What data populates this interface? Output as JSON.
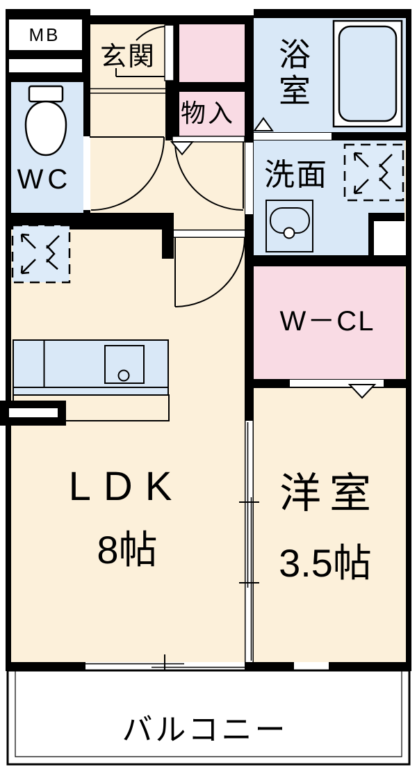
{
  "title": "apartment-floor-plan",
  "colors": {
    "wall": "#000000",
    "floor": "#FCF0DA",
    "wet_area": "#D9E8F7",
    "appliance_space": "#DDEBF9",
    "closet": "#F9DBE4",
    "balcony": "#FFFFFF"
  },
  "rooms": {
    "meter_box": {
      "label": "MB"
    },
    "entrance": {
      "label": "玄関"
    },
    "storage": {
      "label": "物入"
    },
    "bathroom": {
      "label": "浴室"
    },
    "toilet": {
      "label": "WC"
    },
    "washroom": {
      "label": "洗面"
    },
    "walk_in_closet": {
      "label": "W－CL"
    },
    "ldk": {
      "label": "LDK",
      "size": "8帖"
    },
    "western_room": {
      "label": "洋室",
      "size": "3.5帖"
    },
    "balcony": {
      "label": "バルコニー"
    }
  }
}
